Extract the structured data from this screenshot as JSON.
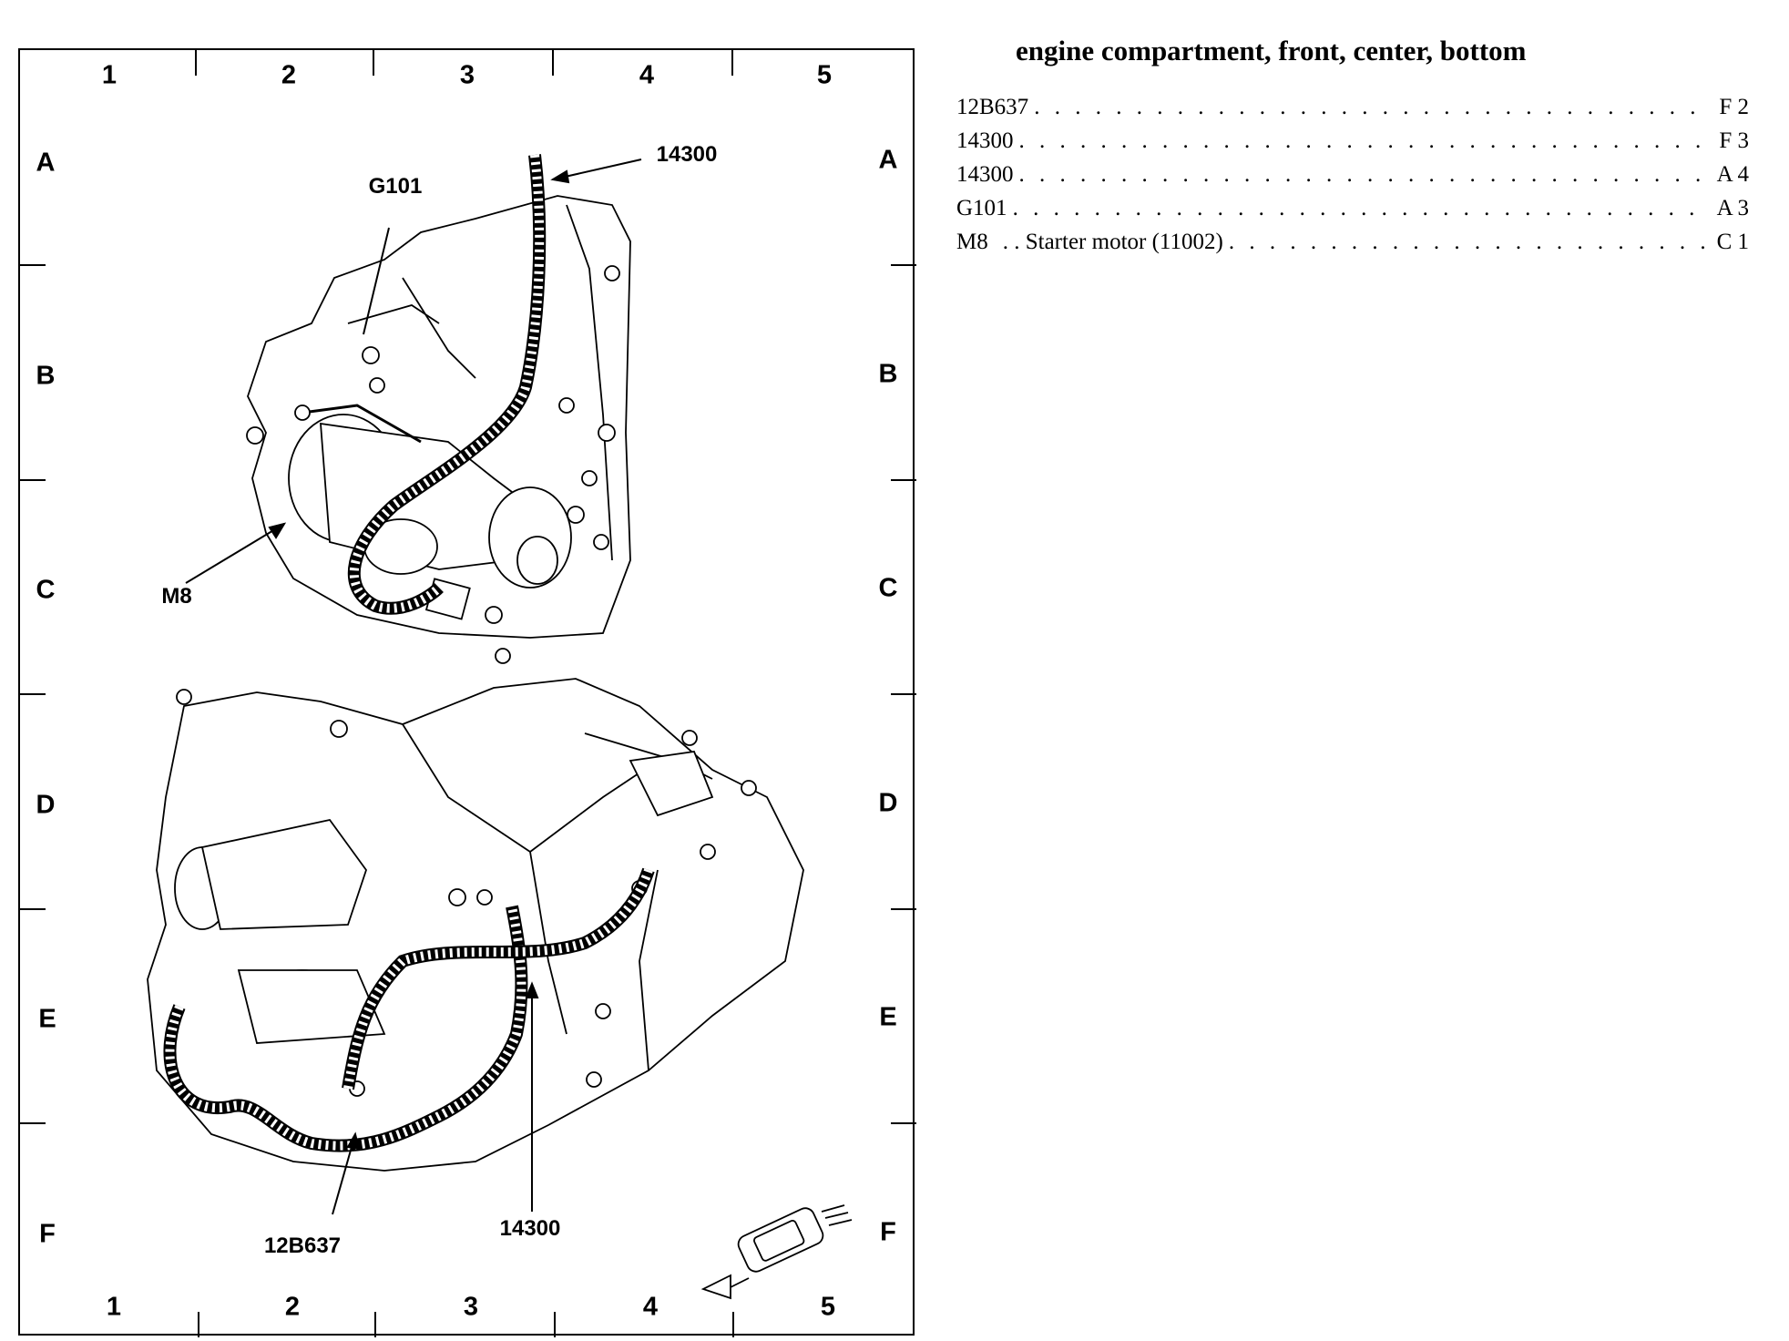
{
  "diagram": {
    "column_numbers_top": [
      "1",
      "2",
      "3",
      "4",
      "5"
    ],
    "column_numbers_bottom": [
      "1",
      "2",
      "3",
      "4",
      "5"
    ],
    "row_letters_left": [
      "A",
      "B",
      "C",
      "D",
      "E",
      "F"
    ],
    "row_letters_right": [
      "A",
      "B",
      "C",
      "D",
      "E",
      "F"
    ],
    "callouts": {
      "top_harness": "14300",
      "ground": "G101",
      "starter": "M8",
      "bottom_harness_left": "12B637",
      "bottom_harness_right": "14300"
    },
    "direction_icon": "vehicle-front-arrow-icon"
  },
  "index": {
    "title": "engine compartment, front, center, bottom",
    "entries": [
      {
        "code": "12B637",
        "description": "",
        "location": "F 2"
      },
      {
        "code": "14300",
        "description": "",
        "location": "F 3"
      },
      {
        "code": "14300",
        "description": "",
        "location": "A 4"
      },
      {
        "code": "G101",
        "description": "",
        "location": "A 3"
      },
      {
        "code": "M8",
        "description": ". .  Starter motor (11002)",
        "location": "C 1"
      }
    ]
  }
}
